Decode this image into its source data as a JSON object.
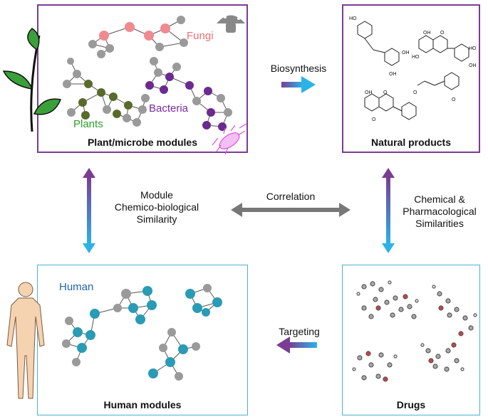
{
  "panels": {
    "plant_microbe": {
      "caption": "Plant/microbe modules",
      "fungi_label": "Fungi",
      "bacteria_label": "Bacteria",
      "plants_label": "Plants"
    },
    "natural_products": {
      "caption": "Natural products",
      "atoms": [
        "HO",
        "OH",
        "OH",
        "HO",
        "OH",
        "HO",
        "O",
        "OH",
        "O",
        "O",
        "O",
        "OH",
        "O"
      ]
    },
    "human_modules": {
      "caption": "Human modules",
      "human_label": "Human"
    },
    "drugs": {
      "caption": "Drugs"
    }
  },
  "arrows": {
    "biosynthesis": "Biosynthesis",
    "correlation": "Correlation",
    "targeting": "Targeting",
    "module_similarity": [
      "Module",
      "Chemico-biological",
      "Similarity"
    ],
    "chem_pharm": [
      "Chemical &",
      "Pharmacological",
      "Similarities"
    ]
  },
  "colors": {
    "purple": "#7a3d93",
    "blue": "#4bb3d3",
    "fungi": "#f08a8f",
    "bacteria": "#6a2a8f",
    "plants": "#5a6a2a",
    "plants_text": "#2aa02a",
    "human": "#2a9bb5",
    "human_text": "#2266aa",
    "gray_node": "#9a9a9a"
  }
}
